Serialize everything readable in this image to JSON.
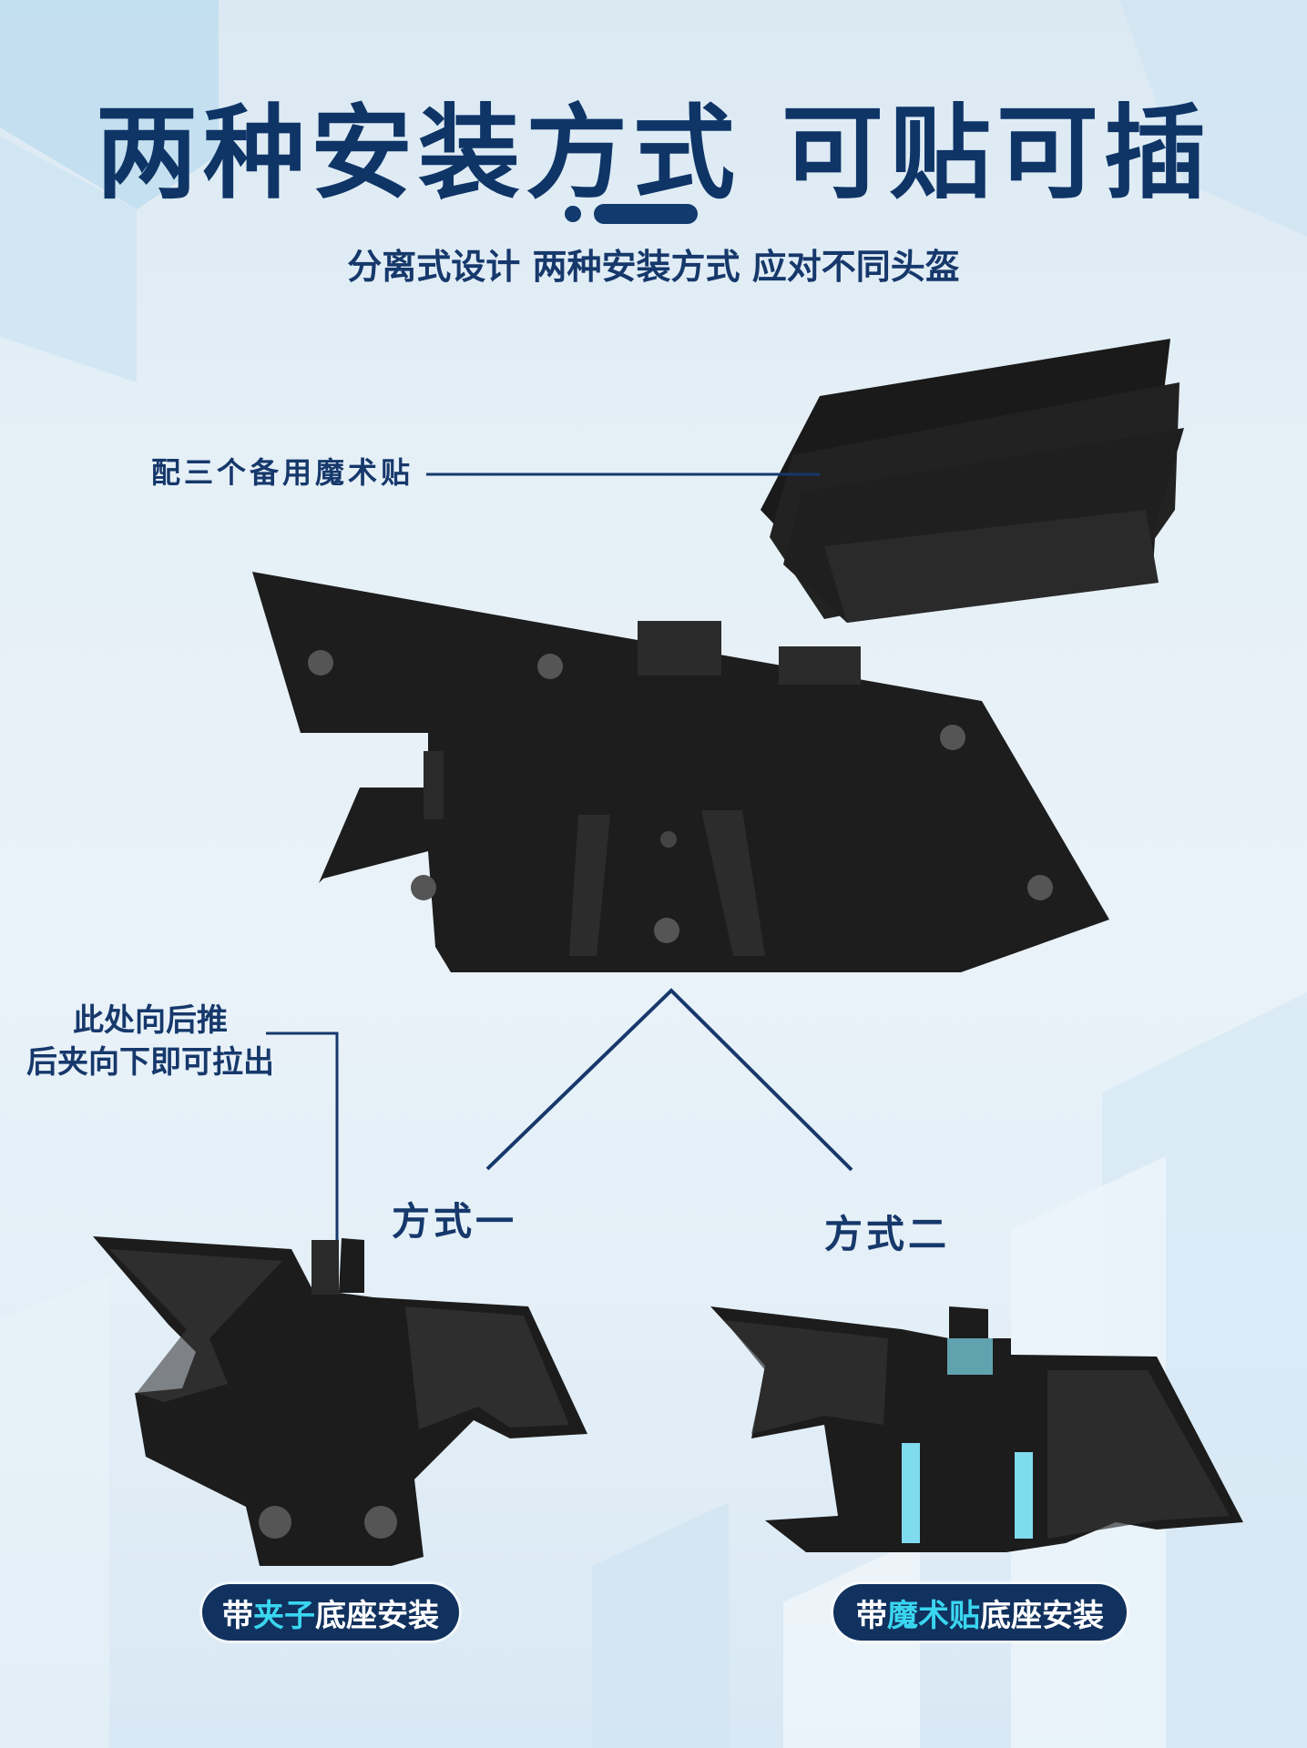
{
  "header": {
    "title": "两种安装方式 可贴可插",
    "subtitle": "分离式设计 两种安装方式 应对不同头盔"
  },
  "callouts": {
    "velcro_spares": "配三个备用魔术贴",
    "push_line1": "此处向后推",
    "push_line2": "后夹向下即可拉出"
  },
  "methods": {
    "method1": "方式一",
    "method2": "方式二"
  },
  "pills": {
    "clip_prefix": "带",
    "clip_highlight": "夹子",
    "clip_suffix": "底座安装",
    "velcro_prefix": "带",
    "velcro_highlight": "魔术贴",
    "velcro_suffix": "底座安装"
  },
  "colors": {
    "navy": "#0f3567",
    "highlight": "#3ad6f0",
    "product": "#1c1c1c"
  }
}
